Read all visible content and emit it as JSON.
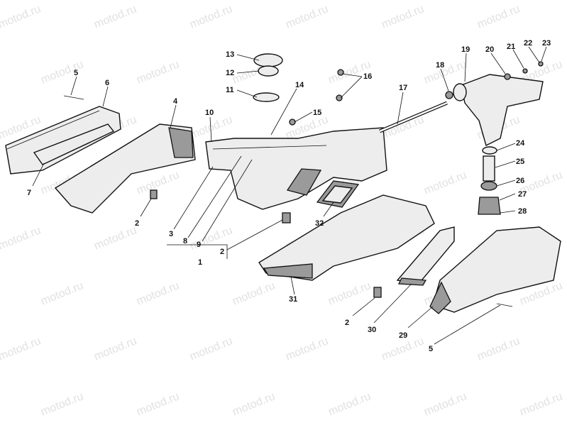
{
  "watermark": {
    "text": "motod.ru",
    "color": "#c9c9c9"
  },
  "colors": {
    "ink": "#111111",
    "part_fill": "#ededed",
    "dark_fill": "#9a9a9a"
  },
  "callouts": {
    "c1": "1",
    "c2a": "2",
    "c2b": "2",
    "c2c": "2",
    "c3": "3",
    "c4": "4",
    "c5a": "5",
    "c5b": "5",
    "c6": "6",
    "c7": "7",
    "c8": "8",
    "c9": "9",
    "c10": "10",
    "c11": "11",
    "c12": "12",
    "c13": "13",
    "c14": "14",
    "c15": "15",
    "c16": "16",
    "c17": "17",
    "c18": "18",
    "c19": "19",
    "c20": "20",
    "c21": "21",
    "c22": "22",
    "c23": "23",
    "c24": "24",
    "c25": "25",
    "c26": "26",
    "c27": "27",
    "c28": "28",
    "c29": "29",
    "c30": "30",
    "c31": "31",
    "c32": "32"
  }
}
